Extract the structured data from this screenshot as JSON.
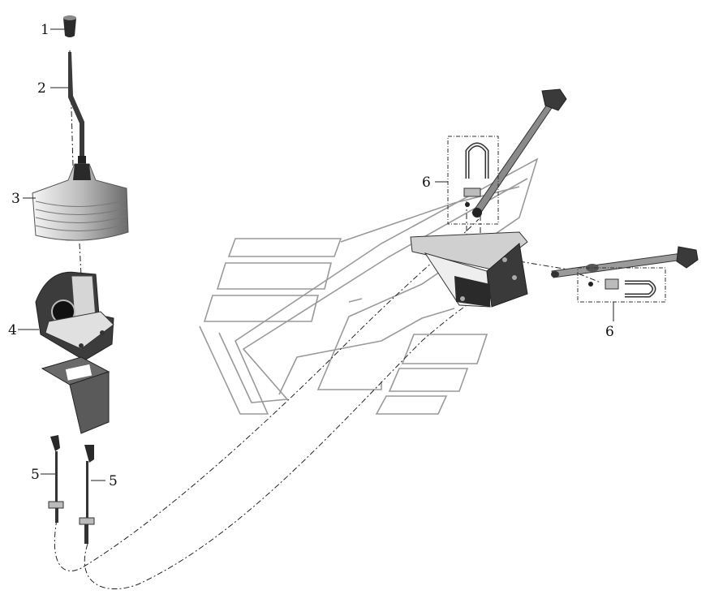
{
  "diagram": {
    "callouts": [
      {
        "id": "c1",
        "text": "1"
      },
      {
        "id": "c2",
        "text": "2"
      },
      {
        "id": "c3",
        "text": "3"
      },
      {
        "id": "c4",
        "text": "4"
      },
      {
        "id": "c5a",
        "text": "5"
      },
      {
        "id": "c5b",
        "text": "5"
      },
      {
        "id": "c6a",
        "text": "6"
      },
      {
        "id": "c6b",
        "text": "6"
      }
    ],
    "colors": {
      "part": "#4a4a4a",
      "part_dark": "#2b2b2b",
      "part_light": "#d8d8d8",
      "watermark": "#9a9a9a",
      "line": "#222222"
    }
  }
}
